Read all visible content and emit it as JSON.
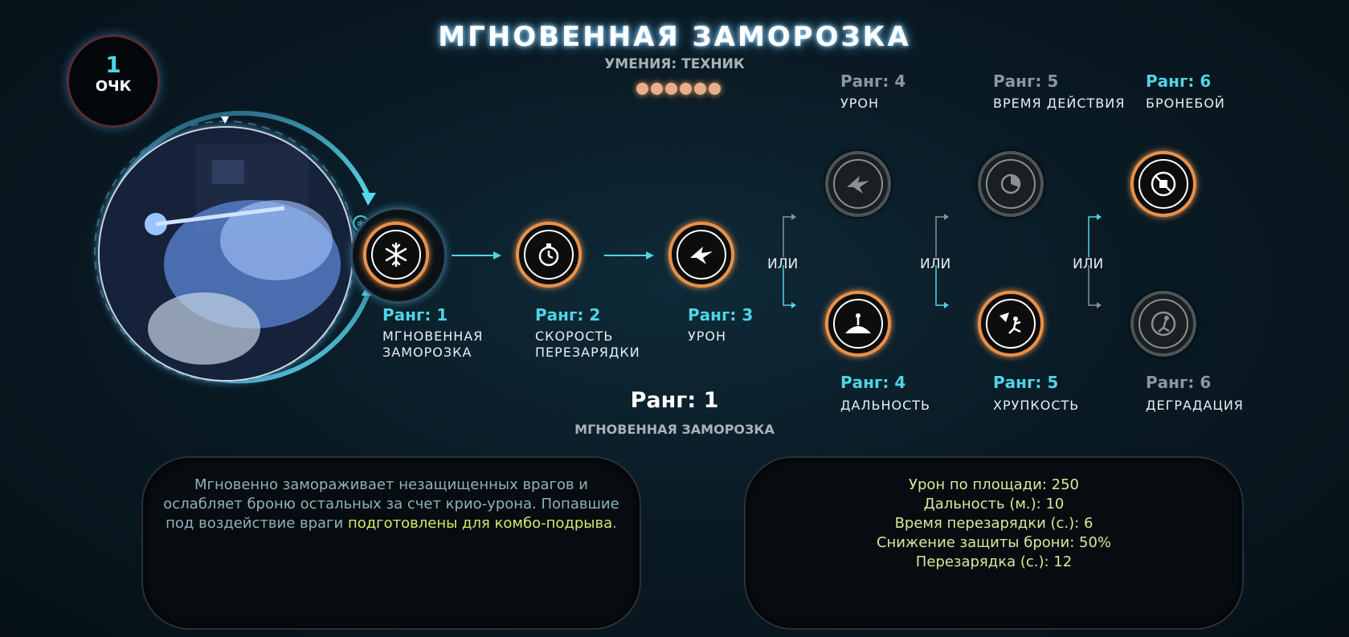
{
  "header": {
    "title": "МГНОВЕННАЯ ЗАМОРОЗКА",
    "subtitle": "УМЕНИЯ: ТЕХНИК",
    "rank_pips": 6
  },
  "points": {
    "value": "1",
    "label": "ОЧК"
  },
  "ranks": [
    {
      "rank": "Ранг: 1",
      "name1": "МГНОВЕННАЯ",
      "name2": "ЗАМОРОЗКА",
      "icon": "snowflake-icon",
      "active": true
    },
    {
      "rank": "Ранг: 2",
      "name1": "СКОРОСТЬ",
      "name2": "ПЕРЕЗАРЯДКИ",
      "icon": "stopwatch-icon",
      "active": true
    },
    {
      "rank": "Ранг: 3",
      "name1": "УРОН",
      "name2": "",
      "icon": "burst-icon",
      "active": true
    },
    {
      "rank": "Ранг: 4",
      "name1": "УРОН",
      "icon": "burst-icon",
      "active": false
    },
    {
      "rank": "Ранг: 5",
      "name1": "ВРЕМЯ ДЕЙСТВИЯ",
      "icon": "timer-icon",
      "active": false
    },
    {
      "rank": "Ранг: 6",
      "name1": "БРОНЕБОЙ",
      "icon": "armor-pierce-icon",
      "active": true
    },
    {
      "rank": "Ранг: 4",
      "name1": "ДАЛЬНОСТЬ",
      "icon": "range-icon",
      "active": true
    },
    {
      "rank": "Ранг: 5",
      "name1": "ХРУПКОСТЬ",
      "icon": "shatter-icon",
      "active": true
    },
    {
      "rank": "Ранг: 6",
      "name1": "ДЕГРАДАЦИЯ",
      "icon": "degrade-icon",
      "active": false
    }
  ],
  "or_label": "ИЛИ",
  "selected": {
    "rank": "Ранг: 1",
    "name": "МГНОВЕННАЯ ЗАМОРОЗКА"
  },
  "description": {
    "text": "Мгновенно замораживает незащищенных врагов и ослабляет броню остальных за счет крио-урона. Попавшие под воздействие враги ",
    "highlight": "подготовлены для комбо-подрыва",
    "end": "."
  },
  "stats": [
    "Урон по площади: 250",
    "Дальность (м.): 10",
    "Время перезарядки (с.): 6",
    "Снижение защиты брони: 50%",
    "Перезарядка (с.): 12"
  ],
  "colors": {
    "accent": "#4fd4e6",
    "active_ring": "#e8914a",
    "highlight": "#d4e66a"
  }
}
